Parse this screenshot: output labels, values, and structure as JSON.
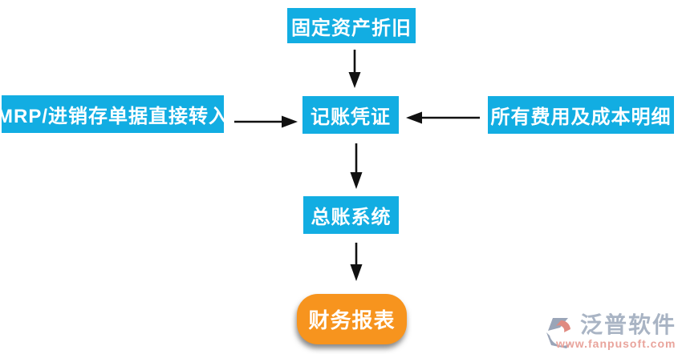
{
  "diagram": {
    "type": "flowchart",
    "nodes": {
      "fixed_asset": {
        "label": "固定资产折旧",
        "shape": "rectangle",
        "color": "#12ADE2"
      },
      "mrp": {
        "label": "MRP/进销存单据直接转入",
        "shape": "rectangle",
        "color": "#12ADE2"
      },
      "voucher": {
        "label": "记账凭证",
        "shape": "rectangle",
        "color": "#12ADE2"
      },
      "expenses": {
        "label": "所有费用及成本明细",
        "shape": "rectangle",
        "color": "#12ADE2"
      },
      "ledger": {
        "label": "总账系统",
        "shape": "rectangle",
        "color": "#12ADE2"
      },
      "report": {
        "label": "财务报表",
        "shape": "rounded-rectangle",
        "color": "#F7941E"
      }
    },
    "edges": [
      {
        "from": "固定资产折旧",
        "to": "记账凭证",
        "direction": "down"
      },
      {
        "from": "MRP/进销存单据直接转入",
        "to": "记账凭证",
        "direction": "right"
      },
      {
        "from": "所有费用及成本明细",
        "to": "记账凭证",
        "direction": "left"
      },
      {
        "from": "记账凭证",
        "to": "总账系统",
        "direction": "down"
      },
      {
        "from": "总账系统",
        "to": "财务报表",
        "direction": "down"
      }
    ],
    "colors": {
      "node_blue": "#12ADE2",
      "node_orange": "#F7941E",
      "node_text": "#FFFFFF",
      "arrow": "#111111",
      "background": "#FFFFFF"
    }
  },
  "watermark": {
    "brand": "泛普软件",
    "url": "www.fanpusoft.com",
    "logo_icon": "fanpu-hexagon-logo",
    "colors": {
      "brand_text": "#A9B4C4",
      "url_text": "#E9A49C",
      "icon_gray": "#9AA5B8",
      "icon_red": "#E08A80"
    }
  }
}
